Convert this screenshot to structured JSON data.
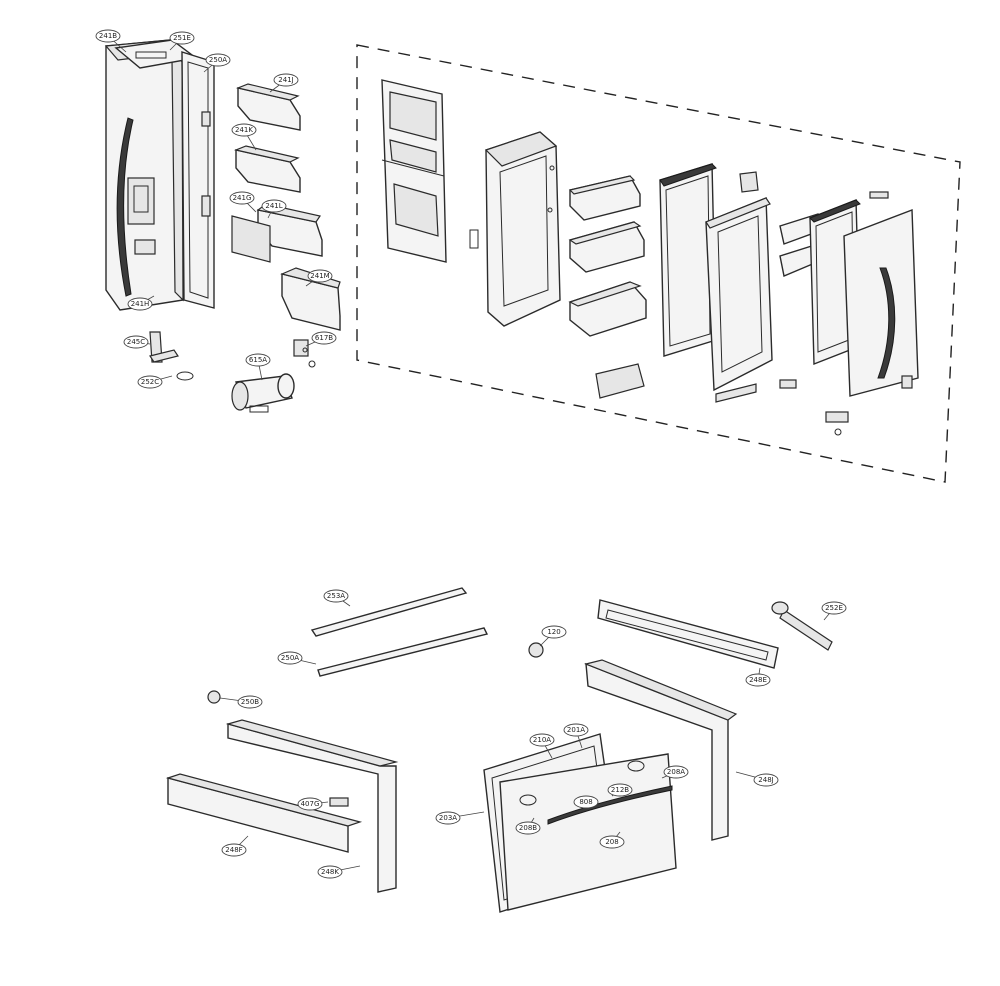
{
  "callouts": [
    {
      "id": "c-241b-tl",
      "text": "241B"
    },
    {
      "id": "c-251e",
      "text": "251E"
    },
    {
      "id": "c-250a-top",
      "text": "250A"
    },
    {
      "id": "c-241j",
      "text": "241J"
    },
    {
      "id": "c-241k",
      "text": "241K"
    },
    {
      "id": "c-241g",
      "text": "241G"
    },
    {
      "id": "c-241l",
      "text": "241L"
    },
    {
      "id": "c-241m",
      "text": "241M"
    },
    {
      "id": "c-241h",
      "text": "241H"
    },
    {
      "id": "c-245c",
      "text": "245C"
    },
    {
      "id": "c-252c",
      "text": "252C"
    },
    {
      "id": "c-617b",
      "text": "617B"
    },
    {
      "id": "c-615a",
      "text": "615A"
    },
    {
      "id": "c-253a",
      "text": "253A"
    },
    {
      "id": "c-250a",
      "text": "250A"
    },
    {
      "id": "c-250b",
      "text": "250B"
    },
    {
      "id": "c-248e",
      "text": "248E"
    },
    {
      "id": "c-252e",
      "text": "252E"
    },
    {
      "id": "c-248j",
      "text": "248J"
    },
    {
      "id": "c-248f",
      "text": "248F"
    },
    {
      "id": "c-248k",
      "text": "248K"
    },
    {
      "id": "c-407g",
      "text": "407G"
    },
    {
      "id": "c-210a",
      "text": "210A"
    },
    {
      "id": "c-201a",
      "text": "201A"
    },
    {
      "id": "c-203a",
      "text": "203A"
    },
    {
      "id": "c-208b",
      "text": "208B"
    },
    {
      "id": "c-208a",
      "text": "208A"
    },
    {
      "id": "c-808",
      "text": "808"
    },
    {
      "id": "c-208",
      "text": "208"
    },
    {
      "id": "c-212b",
      "text": "212B"
    },
    {
      "id": "c-120",
      "text": "120"
    }
  ]
}
